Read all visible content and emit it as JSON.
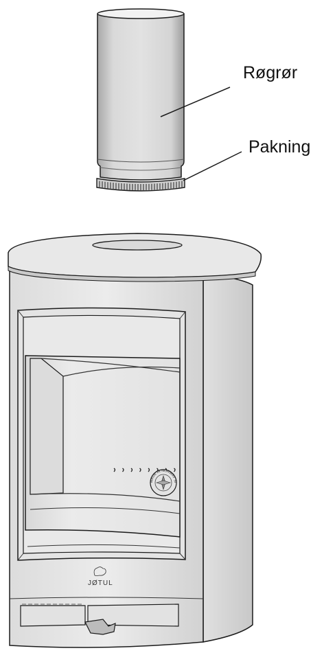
{
  "labels": {
    "flue_pipe": "Røgrør",
    "gasket": "Pakning"
  },
  "stove_logo": {
    "brand_text": "JØTUL",
    "stamp_text": "MADE IN NORWAY SINCE 1853"
  },
  "colors": {
    "outline": "#1a1a1a",
    "pipe_fill": "#d6d6d6",
    "stove_fill": "#e6e6e6",
    "shadow": "#bdbdbd"
  }
}
